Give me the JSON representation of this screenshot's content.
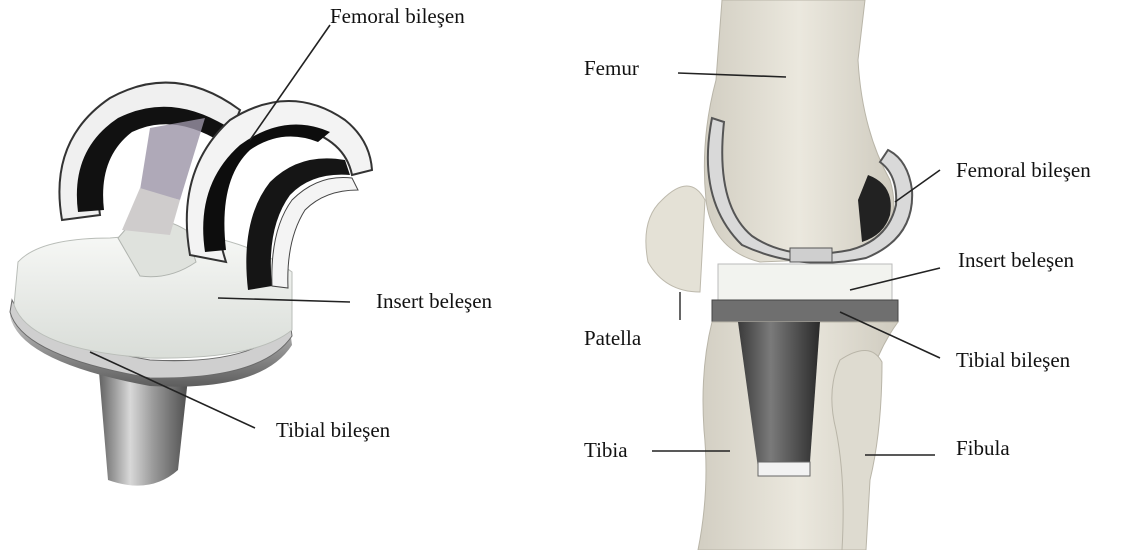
{
  "left_panel": {
    "labels": {
      "femoral": "Femoral bileşen",
      "insert": "Insert beleşen",
      "tibial": "Tibial bileşen"
    }
  },
  "right_panel": {
    "labels": {
      "femur": "Femur",
      "femoral": "Femoral bileşen",
      "insert": "Insert beleşen",
      "patella": "Patella",
      "tibial": "Tibial bileşen",
      "tibia": "Tibia",
      "fibula": "Fibula"
    }
  },
  "colors": {
    "metal_light": "#f2f2f2",
    "metal_dark": "#111111",
    "poly": "#e9ece8",
    "bone": "#e6e3d8",
    "bone_shadow": "#c9c5b8",
    "stem": "#8a8a8a",
    "leader": "#222222"
  }
}
